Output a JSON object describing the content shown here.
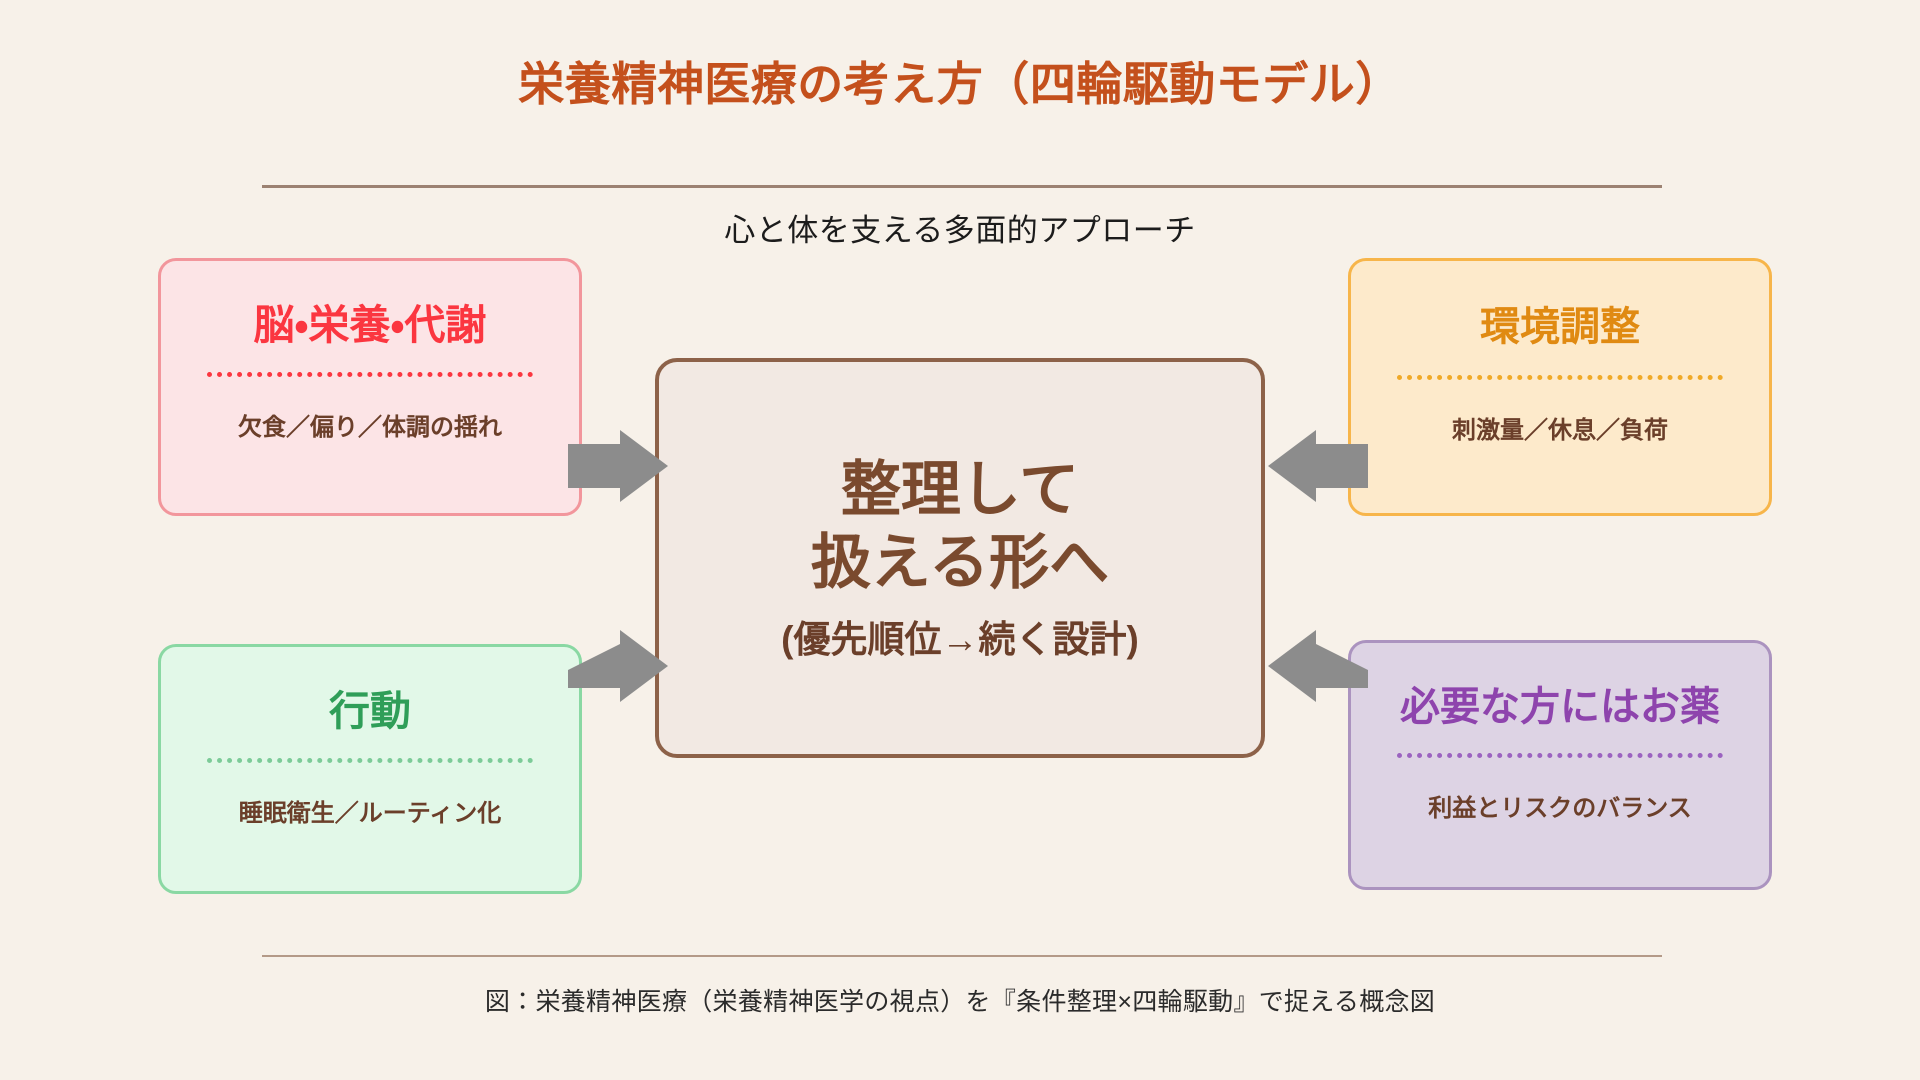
{
  "header": {
    "title": "栄養精神医療の考え方（四輪駆動モデル）",
    "subtitle": "心と体を支える多面的アプローチ",
    "title_color": "#c4501c"
  },
  "hub": {
    "line1": "整理して",
    "line2": "扱える形へ",
    "sublabel": "(優先順位→続く設計)",
    "text_color": "#7a4a2e",
    "border_color": "#8d6249",
    "fill_color": "#f2e9e3"
  },
  "pillars": [
    {
      "id": "brain",
      "position": "top-left",
      "title": "脳・栄養・代謝",
      "description": "欠食／偏り／体調の揺れ",
      "accent_color": "#fb3640",
      "fill_color": "#fce4e6",
      "border_color": "#f2969c"
    },
    {
      "id": "environment",
      "position": "top-right",
      "title": "環境調整",
      "description": "刺激量／休息／負荷",
      "accent_color": "#e08a12",
      "fill_color": "#fdeacb",
      "border_color": "#f7b54a"
    },
    {
      "id": "behavior",
      "position": "bottom-left",
      "title": "行動",
      "description": "睡眠衛生／ルーティン化",
      "accent_color": "#2f9e58",
      "fill_color": "#e2f8e8",
      "border_color": "#8ad8a3"
    },
    {
      "id": "medication",
      "position": "bottom-right",
      "title": "必要な方にはお薬",
      "description": "利益とリスクのバランス",
      "accent_color": "#8e44ad",
      "fill_color": "#ddd3e4",
      "border_color": "#ab93bf"
    }
  ],
  "arrows": {
    "color": "#8c8c8c",
    "from_brain_to_hub": "→",
    "from_behavior_to_hub": "→",
    "from_environment_to_hub": "←",
    "from_medication_to_hub": "←"
  },
  "footer": {
    "caption": "図：栄養精神医療（栄養精神医学の視点）を『条件整理×四輪駆動』で捉える概念図"
  },
  "canvas": {
    "background_color": "#f7f1e9"
  }
}
